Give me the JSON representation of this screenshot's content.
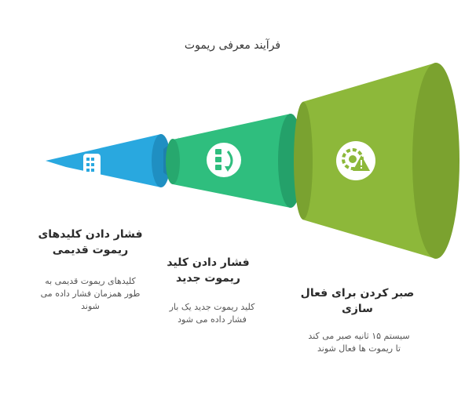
{
  "title": "فرآیند معرفی ریموت",
  "colors": {
    "blue": "#29A8DF",
    "teal": "#2FBE7E",
    "green": "#8DB83A"
  },
  "stages": [
    {
      "heading_line1": "فشار دادن کلیدهای",
      "heading_line2": "ریموت قدیمی",
      "desc_line1": "کلیدهای ریموت قدیمی به",
      "desc_line2": "طور همزمان فشار داده می",
      "desc_line3": "شوند",
      "icon": "remote-control-icon"
    },
    {
      "heading_line1": "فشار دادن کلید",
      "heading_line2": "ریموت جدید",
      "desc_line1": "کلید ریموت جدید یک بار",
      "desc_line2": "فشار داده می شود",
      "icon": "checklist-arrow-icon"
    },
    {
      "heading_line1": "صبر کردن برای فعال",
      "heading_line2": "سازی",
      "desc_line1": "سیستم ۱۵ ثانیه صبر می کند",
      "desc_line2": "تا ریموت ها فعال شوند",
      "icon": "gear-warning-icon"
    }
  ]
}
